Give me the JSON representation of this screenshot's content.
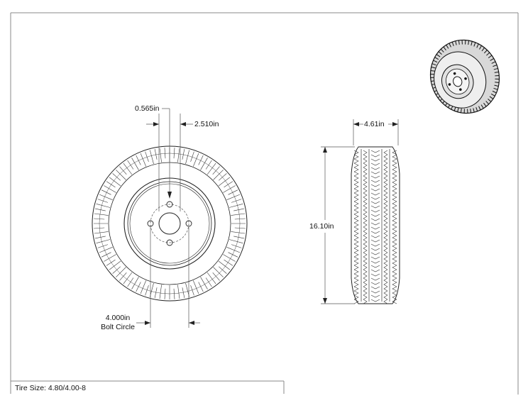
{
  "drawing": {
    "front_view": {
      "dim_hole_diameter": "0.565in",
      "dim_center_bore": "2.510in",
      "dim_bolt_circle_value": "4.000in",
      "dim_bolt_circle_label": "Bolt Circle"
    },
    "side_view": {
      "dim_width": "4.61in",
      "dim_height": "16.10in"
    },
    "title_block": {
      "tire_size": "Tire Size: 4.80/4.00-8"
    }
  }
}
